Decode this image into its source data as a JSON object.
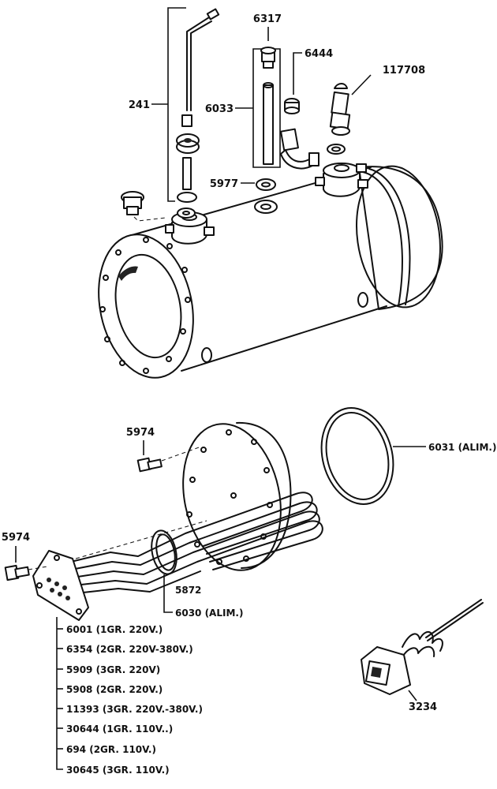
{
  "labels": {
    "p241": "241",
    "p6317": "6317",
    "p6444": "6444",
    "p117708": "117708",
    "p6033": "6033",
    "p5977": "5977",
    "p5974_top": "5974",
    "p5974_left": "5974",
    "p6031": "6031 (ALIM.)",
    "p5872": "5872",
    "p6030": "6030 (ALIM.)",
    "p3234": "3234"
  },
  "element_list": [
    "6001 (1GR. 220V.)",
    "6354 (2GR. 220V-380V.)",
    "5909 (3GR. 220V)",
    "5908 (2GR. 220V.)",
    "11393 (3GR. 220V.-380V.)",
    "30644 (1GR. 110V..)",
    "694 (2GR. 110V.)",
    "30645 (3GR. 110V.)"
  ]
}
